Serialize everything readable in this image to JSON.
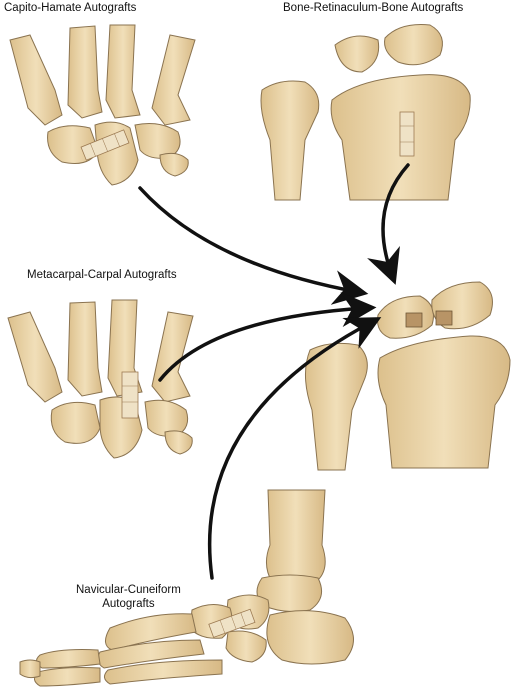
{
  "labels": {
    "capito_hamate": "Capito-Hamate Autografts",
    "bone_retinaculum_bone": "Bone-Retinaculum-Bone Autografts",
    "metacarpal_carpal": "Metacarpal-Carpal Autografts",
    "navicular_cuneiform_line1": "Navicular-Cuneiform",
    "navicular_cuneiform_line2": "Autografts"
  },
  "colors": {
    "bone_fill": "#e6cc9c",
    "bone_light": "#f1dfb9",
    "bone_stroke": "#8a7350",
    "graft_fill": "#efe2c6",
    "graft_dark": "#9c7a52",
    "arrow": "#111111"
  }
}
